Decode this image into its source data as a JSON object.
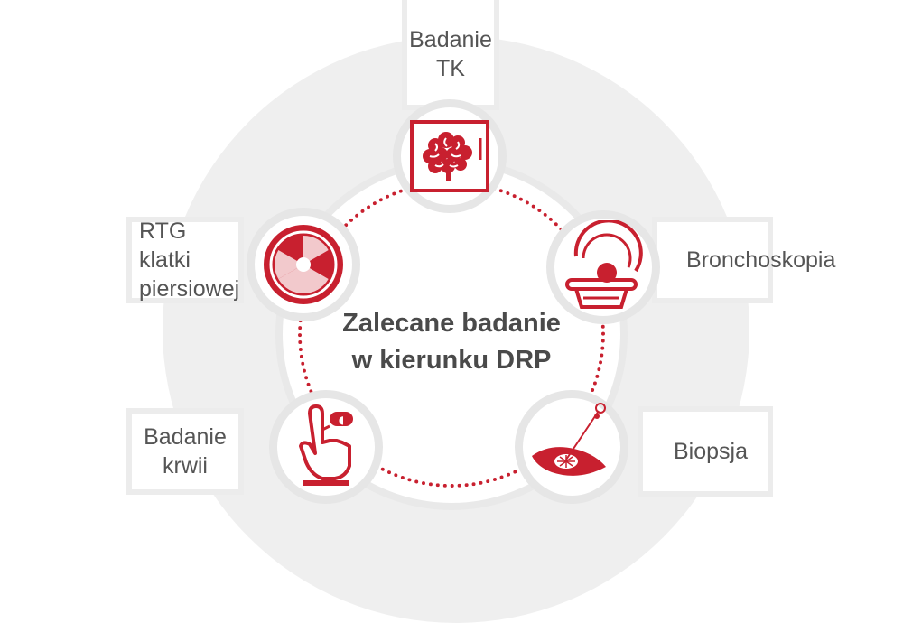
{
  "center": {
    "line1": "Zalecane badanie",
    "line2": "w kierunku DRP"
  },
  "nodes": {
    "top": {
      "line1": "Badanie",
      "line2": "TK",
      "icon": "brain-scan-icon"
    },
    "right": {
      "label": "Bronchoskopia",
      "icon": "scanner-icon"
    },
    "left": {
      "line1": "RTG klatki",
      "line2": "piersiowej",
      "icon": "radiation-icon"
    },
    "bottom_left": {
      "line1": "Badanie",
      "line2": "krwii",
      "icon": "finger-blood-test-icon"
    },
    "bottom_right": {
      "label": "Biopsja",
      "icon": "biopsy-needle-icon"
    }
  },
  "colors": {
    "accent": "#c8202f",
    "ring": "#e6e6e6",
    "background_disc": "#efefef",
    "text": "#555555",
    "center_text": "#4a4a4a"
  }
}
